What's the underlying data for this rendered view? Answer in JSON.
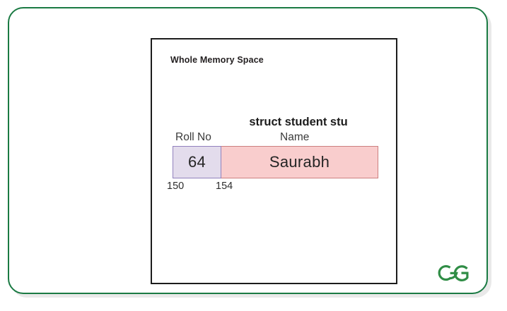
{
  "diagram": {
    "frame_title": "Whole Memory Space",
    "struct_title": "struct student stu",
    "fields": [
      {
        "header": "Roll No",
        "value": "64",
        "fill_color": "#e3dcec",
        "border_color": "#9180bd",
        "start_address": "150"
      },
      {
        "header": "Name",
        "value": "Saurabh",
        "fill_color": "#f9cdcd",
        "border_color": "#cc7f7f",
        "start_address": "154"
      }
    ],
    "addresses": {
      "roll_no_start": "150",
      "name_start": "154"
    }
  },
  "branding": {
    "logo_text": "GG",
    "logo_color": "#308d46"
  },
  "theme": {
    "card_border": "#1a7a43",
    "frame_border": "#1c1c1c",
    "background": "#ffffff"
  }
}
